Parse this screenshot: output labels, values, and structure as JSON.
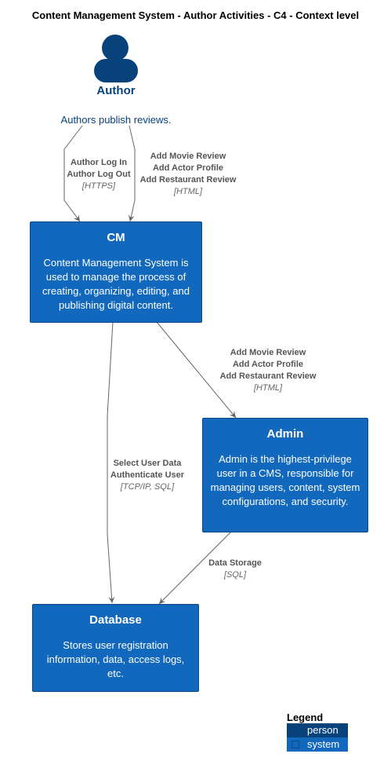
{
  "title": "Content Management System - Author Activities - C4 - Context level",
  "author": {
    "name": "Author",
    "description": "Authors publish reviews."
  },
  "cm": {
    "name": "CM",
    "description": "Content Management System is used to manage the process of creating, organizing, editing, and publishing digital content."
  },
  "admin": {
    "name": "Admin",
    "description": "Admin is the highest-privilege user in a CMS, responsible for managing users, content, system configurations, and security."
  },
  "database": {
    "name": "Database",
    "description": "Stores user registration information, data, access logs, etc."
  },
  "relations": {
    "author_cm_login": {
      "lines": [
        "Author Log In",
        "Author Log Out"
      ],
      "tech": "[HTTPS]"
    },
    "author_cm_reviews": {
      "lines": [
        "Add Movie Review",
        "Add Actor Profile",
        "Add Restaurant Review"
      ],
      "tech": "[HTML]"
    },
    "cm_admin": {
      "lines": [
        "Add Movie Review",
        "Add Actor Profile",
        "Add Restaurant Review"
      ],
      "tech": "[HTML]"
    },
    "cm_database": {
      "lines": [
        "Select User Data",
        "Authenticate User"
      ],
      "tech": "[TCP/IP, SQL]"
    },
    "admin_database": {
      "lines": [
        "Data Storage"
      ],
      "tech": "[SQL]"
    }
  },
  "legend": {
    "title": "Legend",
    "items": [
      {
        "label": "person",
        "color": "#08427B"
      },
      {
        "label": "system",
        "color": "#1168BD"
      }
    ]
  },
  "colors": {
    "person": "#08427B",
    "system": "#1168BD",
    "edge": "#666666"
  }
}
